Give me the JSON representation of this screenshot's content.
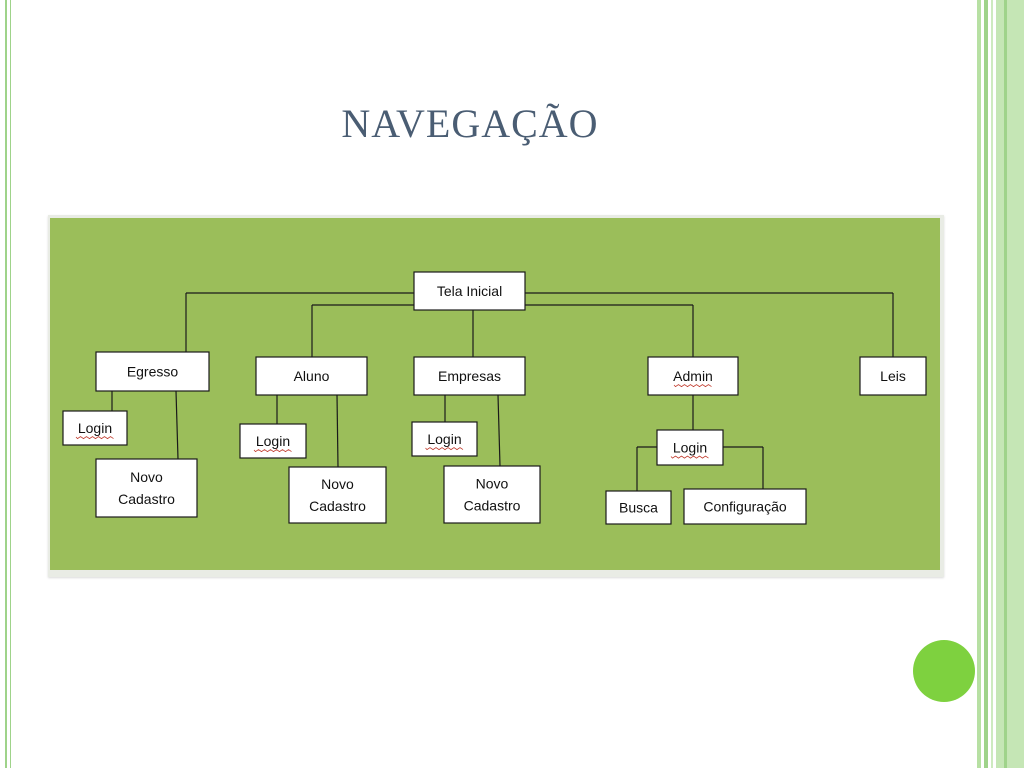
{
  "slide": {
    "title": "NAVEGAÇÃO"
  },
  "diagram": {
    "nodes": [
      {
        "id": "root",
        "label": "Tela Inicial",
        "underline": false
      },
      {
        "id": "egresso",
        "label": "Egresso",
        "underline": false
      },
      {
        "id": "aluno",
        "label": "Aluno",
        "underline": false
      },
      {
        "id": "empresas",
        "label": "Empresas",
        "underline": false
      },
      {
        "id": "admin",
        "label": "Admin",
        "underline": true
      },
      {
        "id": "leis",
        "label": "Leis",
        "underline": false
      },
      {
        "id": "egresso-login",
        "label": "Login",
        "underline": true
      },
      {
        "id": "egresso-novo",
        "label": "Novo\nCadastro",
        "underline": false
      },
      {
        "id": "aluno-login",
        "label": "Login",
        "underline": true
      },
      {
        "id": "aluno-novo",
        "label": "Novo\nCadastro",
        "underline": false
      },
      {
        "id": "empresas-login",
        "label": "Login",
        "underline": true
      },
      {
        "id": "empresas-novo",
        "label": "Novo\nCadastro",
        "underline": false
      },
      {
        "id": "admin-login",
        "label": "Login",
        "underline": true
      },
      {
        "id": "admin-busca",
        "label": "Busca",
        "underline": false
      },
      {
        "id": "admin-config",
        "label": "Configuração",
        "underline": false
      }
    ],
    "edges": [
      [
        "root",
        "egresso"
      ],
      [
        "root",
        "aluno"
      ],
      [
        "root",
        "empresas"
      ],
      [
        "root",
        "admin"
      ],
      [
        "root",
        "leis"
      ],
      [
        "egresso",
        "egresso-login"
      ],
      [
        "egresso",
        "egresso-novo"
      ],
      [
        "aluno",
        "aluno-login"
      ],
      [
        "aluno",
        "aluno-novo"
      ],
      [
        "empresas",
        "empresas-login"
      ],
      [
        "empresas",
        "empresas-novo"
      ],
      [
        "admin",
        "admin-login"
      ],
      [
        "admin-login",
        "admin-busca"
      ],
      [
        "admin-login",
        "admin-config"
      ]
    ]
  },
  "colors": {
    "panel": "#9bbe5a",
    "accent_circle": "#7ed13f",
    "title": "#4a5d73",
    "border": "#9fd38a"
  }
}
